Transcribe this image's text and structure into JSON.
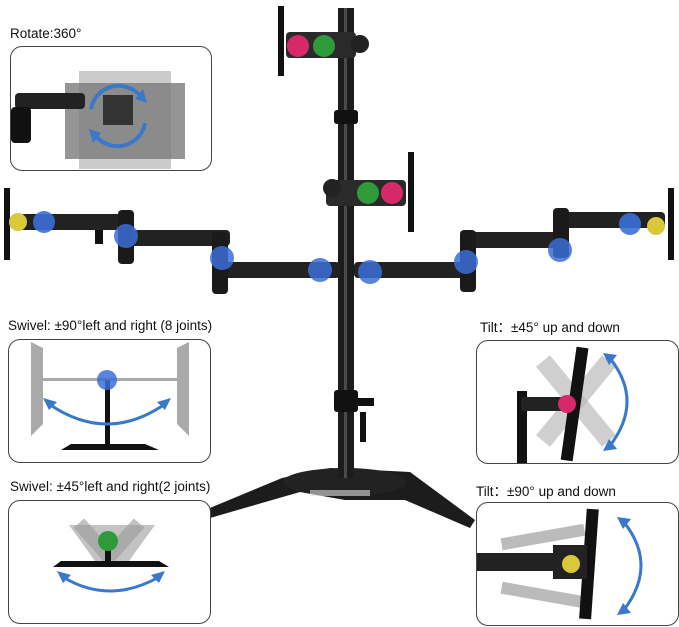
{
  "captions": {
    "rotate": "Rotate:360°",
    "swivel_joints": "Swivel: ±90°left and right (8 joints)",
    "tilt_45": "Tilt：±45° up and down",
    "swivel_2": "Swivel: ±45°left and right(2 joints)",
    "tilt_90": "Tilt：±90° up and down"
  },
  "colors": {
    "pole": "#1c1c1c",
    "joint_blue": "#3b6fd8",
    "joint_green": "#2f9a3a",
    "joint_pink": "#d6286a",
    "joint_yellow": "#d8c83a",
    "arrow_blue": "#3a78cc",
    "ghost_gray": "#9a9a9a",
    "panel_border": "#444444"
  },
  "icons": [
    "rotate-arrows-icon",
    "swivel-arc-arrow-icon",
    "tilt-arc-arrow-icon"
  ]
}
